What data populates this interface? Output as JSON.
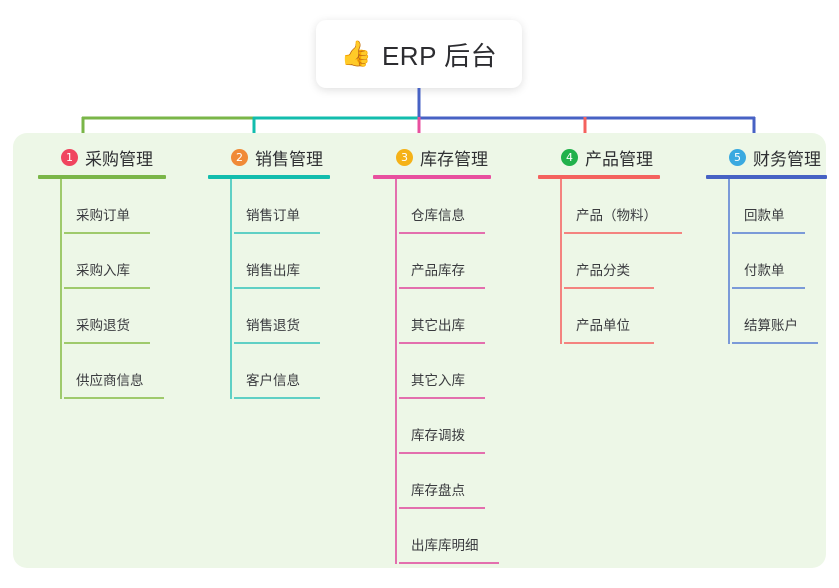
{
  "root": {
    "icon": "thumbs-up-icon",
    "icon_glyph": "👍",
    "title": "ERP 后台"
  },
  "palette": {
    "panel_bg": "#edf7e7",
    "page_bg": "#ffffff",
    "trunk": "#4762c4",
    "text": "#2f3033"
  },
  "columns": [
    {
      "number": "1",
      "title": "采购管理",
      "badge_color": "#f0455f",
      "rule_color": "#7ab648",
      "line_color": "#9fca6c",
      "items": [
        "采购订单",
        "采购入库",
        "采购退货",
        "供应商信息"
      ]
    },
    {
      "number": "2",
      "title": "销售管理",
      "badge_color": "#f08a37",
      "rule_color": "#12bdad",
      "line_color": "#5fd0c5",
      "items": [
        "销售订单",
        "销售出库",
        "销售退货",
        "客户信息"
      ]
    },
    {
      "number": "3",
      "title": "库存管理",
      "badge_color": "#f5b218",
      "rule_color": "#e8509f",
      "line_color": "#e36fae",
      "items": [
        "仓库信息",
        "产品库存",
        "其它出库",
        "其它入库",
        "库存调拨",
        "库存盘点",
        "出库库明细"
      ]
    },
    {
      "number": "4",
      "title": "产品管理",
      "badge_color": "#22b14c",
      "rule_color": "#f4625e",
      "line_color": "#f4837f",
      "items": [
        "产品（物料）",
        "产品分类",
        "产品单位"
      ]
    },
    {
      "number": "5",
      "title": "财务管理",
      "badge_color": "#3aa9e0",
      "rule_color": "#4762c4",
      "line_color": "#7b9ad8",
      "items": [
        "回款单",
        "付款单",
        "结算账户"
      ]
    }
  ],
  "connector_segments": [
    {
      "name": "trunk-vertical",
      "color": "#4762c4"
    },
    {
      "name": "bus-green",
      "color": "#7ab648"
    },
    {
      "name": "bus-teal",
      "color": "#12bdad"
    },
    {
      "name": "bus-blue",
      "color": "#4762c4"
    },
    {
      "name": "drop-1",
      "color": "#7ab648"
    },
    {
      "name": "drop-2",
      "color": "#12bdad"
    },
    {
      "name": "drop-3",
      "color": "#e8509f"
    },
    {
      "name": "drop-4",
      "color": "#f4625e"
    },
    {
      "name": "drop-5",
      "color": "#4762c4"
    }
  ]
}
